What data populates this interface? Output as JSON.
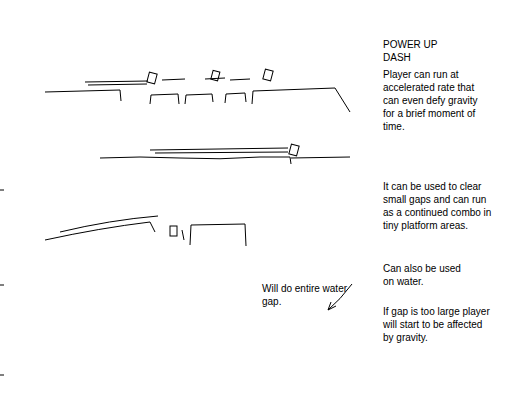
{
  "diagram": {
    "title": "POWER UP DASH",
    "labels": [
      "Player can run at accelerated rate that can even defy gravity for a brief moment of time.",
      "It can be used to clear small gaps and can run as a continued combo in tiny platform areas.",
      "Can also be used on water.",
      "If gap is too large player will start to be affected by gravity.",
      "Will do entire water gap."
    ]
  }
}
